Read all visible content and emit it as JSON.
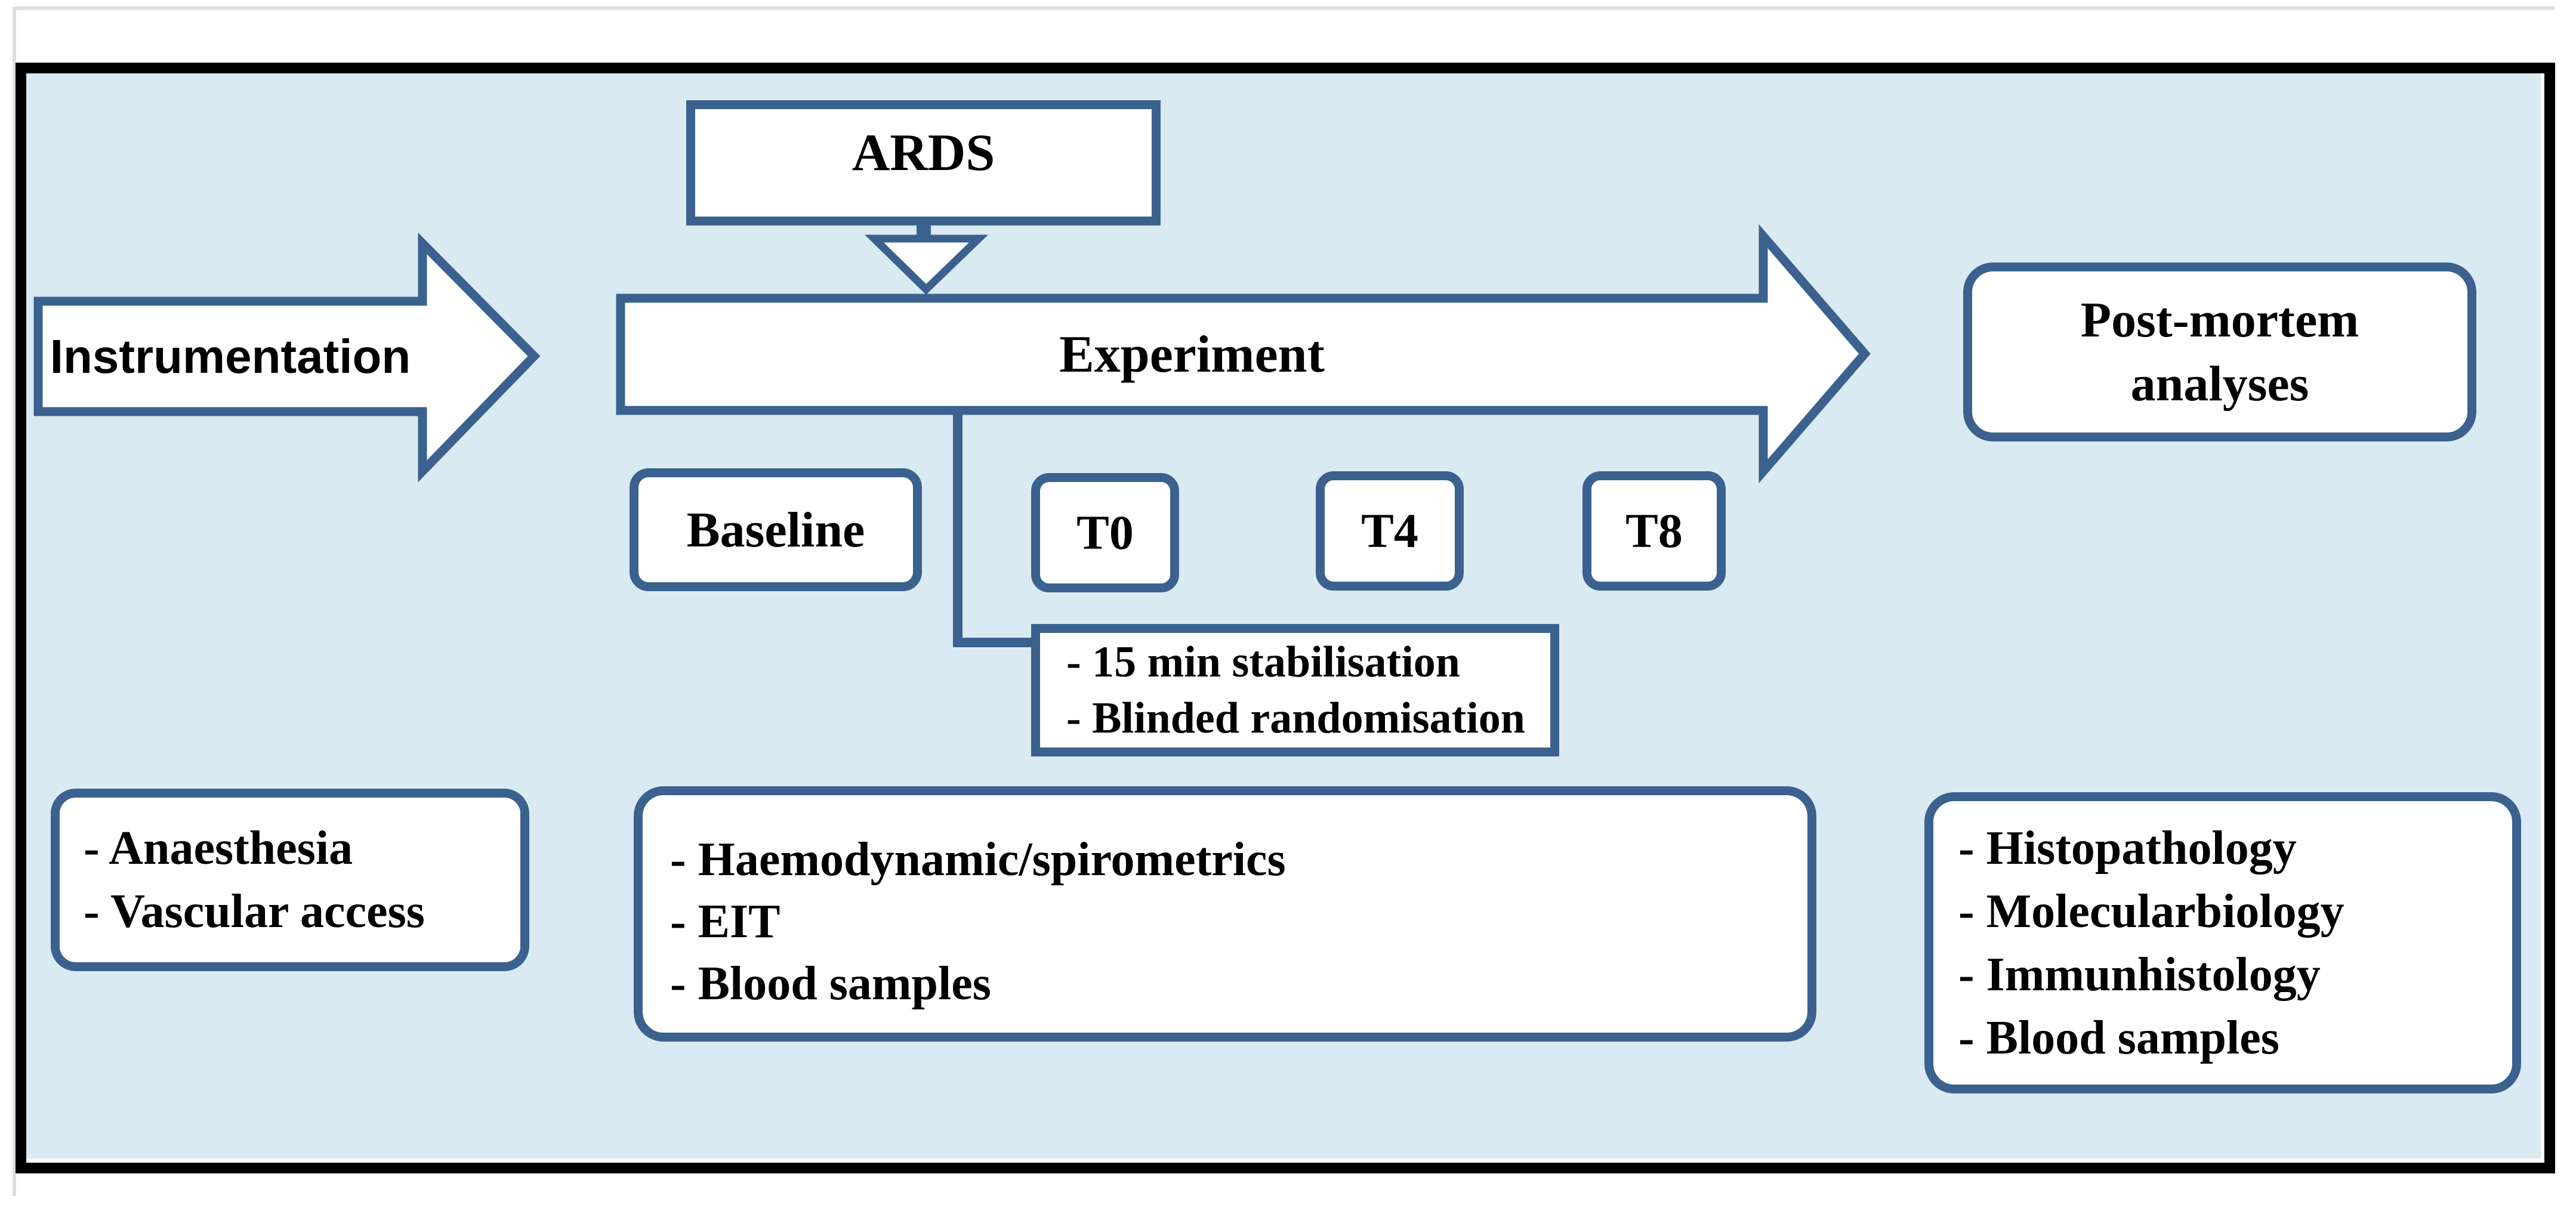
{
  "figure": {
    "title_node": {
      "label": "ARDS"
    },
    "instrumentation_arrow": {
      "label": "Instrumentation"
    },
    "experiment_arrow": {
      "label": "Experiment"
    },
    "post_mortem_node": {
      "line1": "Post-mortem",
      "line2": "analyses"
    },
    "timepoints": [
      {
        "label": "Baseline"
      },
      {
        "label": "T0"
      },
      {
        "label": "T4"
      },
      {
        "label": "T8"
      }
    ],
    "randomisation_box": {
      "items": [
        "- 15 min stabilisation",
        "- Blinded randomisation"
      ]
    },
    "instrumentation_details": {
      "items": [
        "- Anaesthesia",
        "- Vascular access"
      ]
    },
    "experiment_details": {
      "items": [
        "- Haemodynamic/spirometrics",
        "- EIT",
        "- Blood samples"
      ]
    },
    "post_mortem_details": {
      "items": [
        "- Histopathology",
        "- Molecularbiology",
        "- Immunhistology",
        "- Blood samples"
      ]
    },
    "colors": {
      "border_blue": "#3b618f",
      "panel_background": "#d9eaf2",
      "frame_black": "#000000",
      "text_black": "#000000",
      "shape_fill": "#ffffff"
    }
  }
}
